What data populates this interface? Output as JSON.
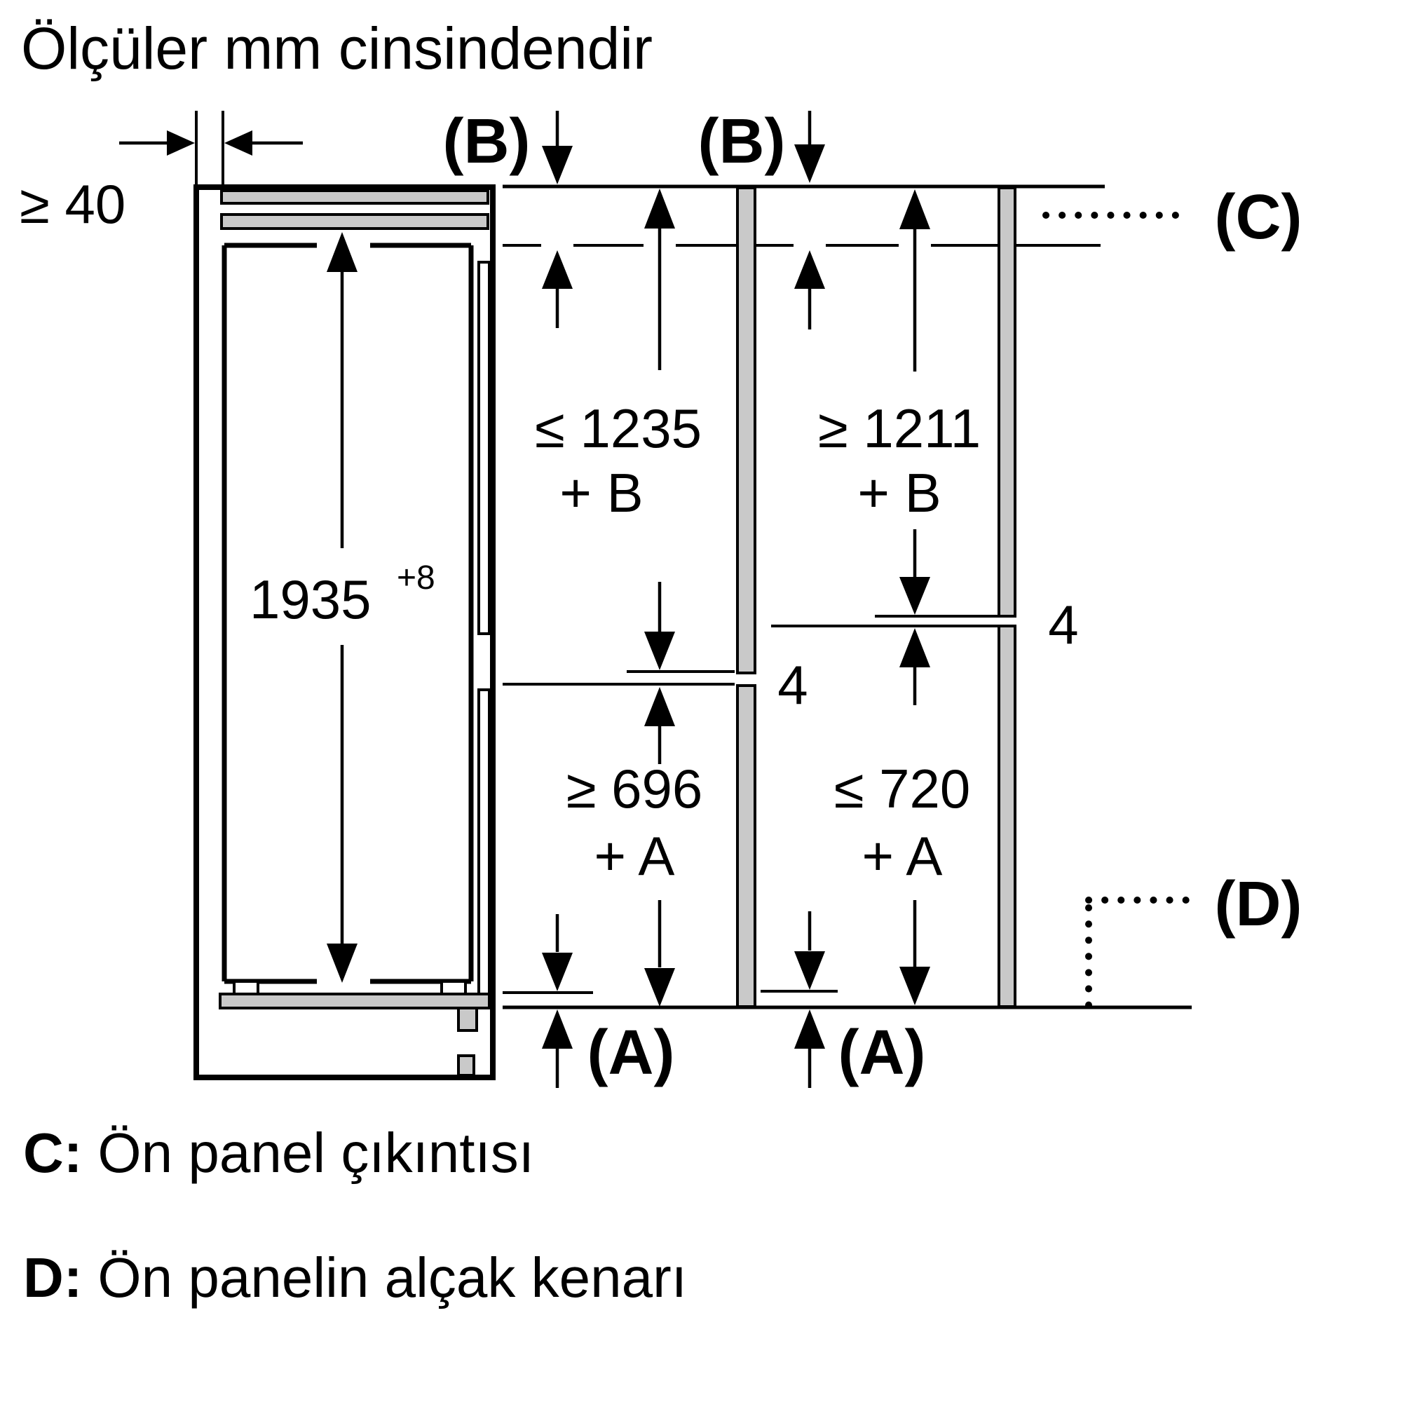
{
  "title": "Ölçüler mm cinsindendir",
  "colors": {
    "line": "#000000",
    "panel_gray": "#c9c9c9",
    "background": "#ffffff"
  },
  "labels": {
    "b_marker": "(B)",
    "a_marker": "(A)",
    "c_marker": "(C)",
    "d_marker": "(D)"
  },
  "dimensions": {
    "wall_clearance": "≥ 40",
    "appliance_height": "1935",
    "appliance_height_tolerance": "+8",
    "upper_panel_max": "≤ 1235",
    "upper_panel_max_addend": "+ B",
    "upper_panel_min": "≥ 1211",
    "upper_panel_min_addend": "+ B",
    "lower_panel_min": "≥ 696",
    "lower_panel_min_addend": "+ A",
    "lower_panel_max": "≤ 720",
    "lower_panel_max_addend": "+ A",
    "panel_joint_gap_middle": "4",
    "panel_joint_gap_right": "4"
  },
  "legend": [
    {
      "key": "C:",
      "text": "Ön panel çıkıntısı"
    },
    {
      "key": "D:",
      "text": "Ön panelin alçak kenarı"
    }
  ]
}
